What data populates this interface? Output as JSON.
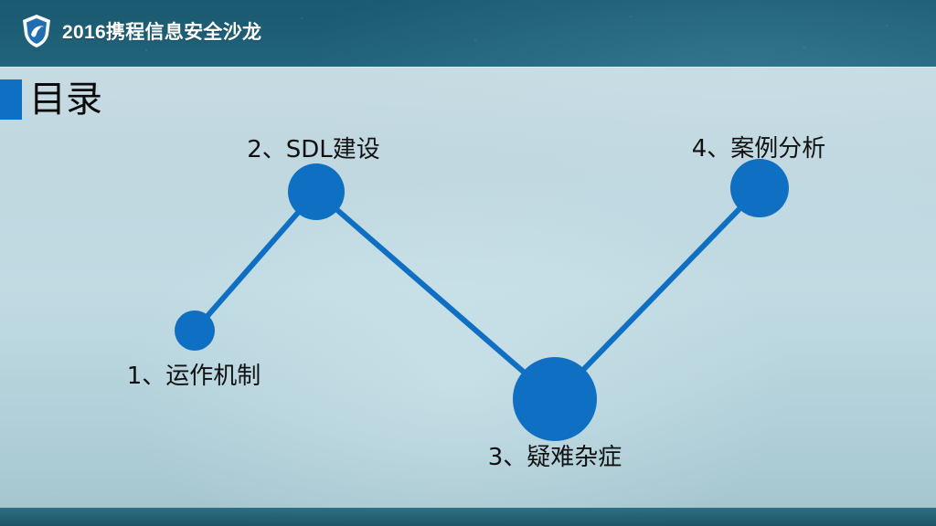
{
  "header": {
    "brand_title": "2016携程信息安全沙龙",
    "logo_icon": "shield-logo-icon"
  },
  "section": {
    "title": "目录"
  },
  "diagram": {
    "line_color": "#0f6fc3",
    "node_color": "#0f6fc3",
    "nodes": [
      {
        "label": "1、运作机制"
      },
      {
        "label": "2、SDL建设"
      },
      {
        "label": "3、疑难杂症"
      },
      {
        "label": "4、案例分析"
      }
    ]
  },
  "colors": {
    "accent": "#0f6fc3",
    "panel_text": "#111111",
    "header_text": "#ffffff"
  }
}
